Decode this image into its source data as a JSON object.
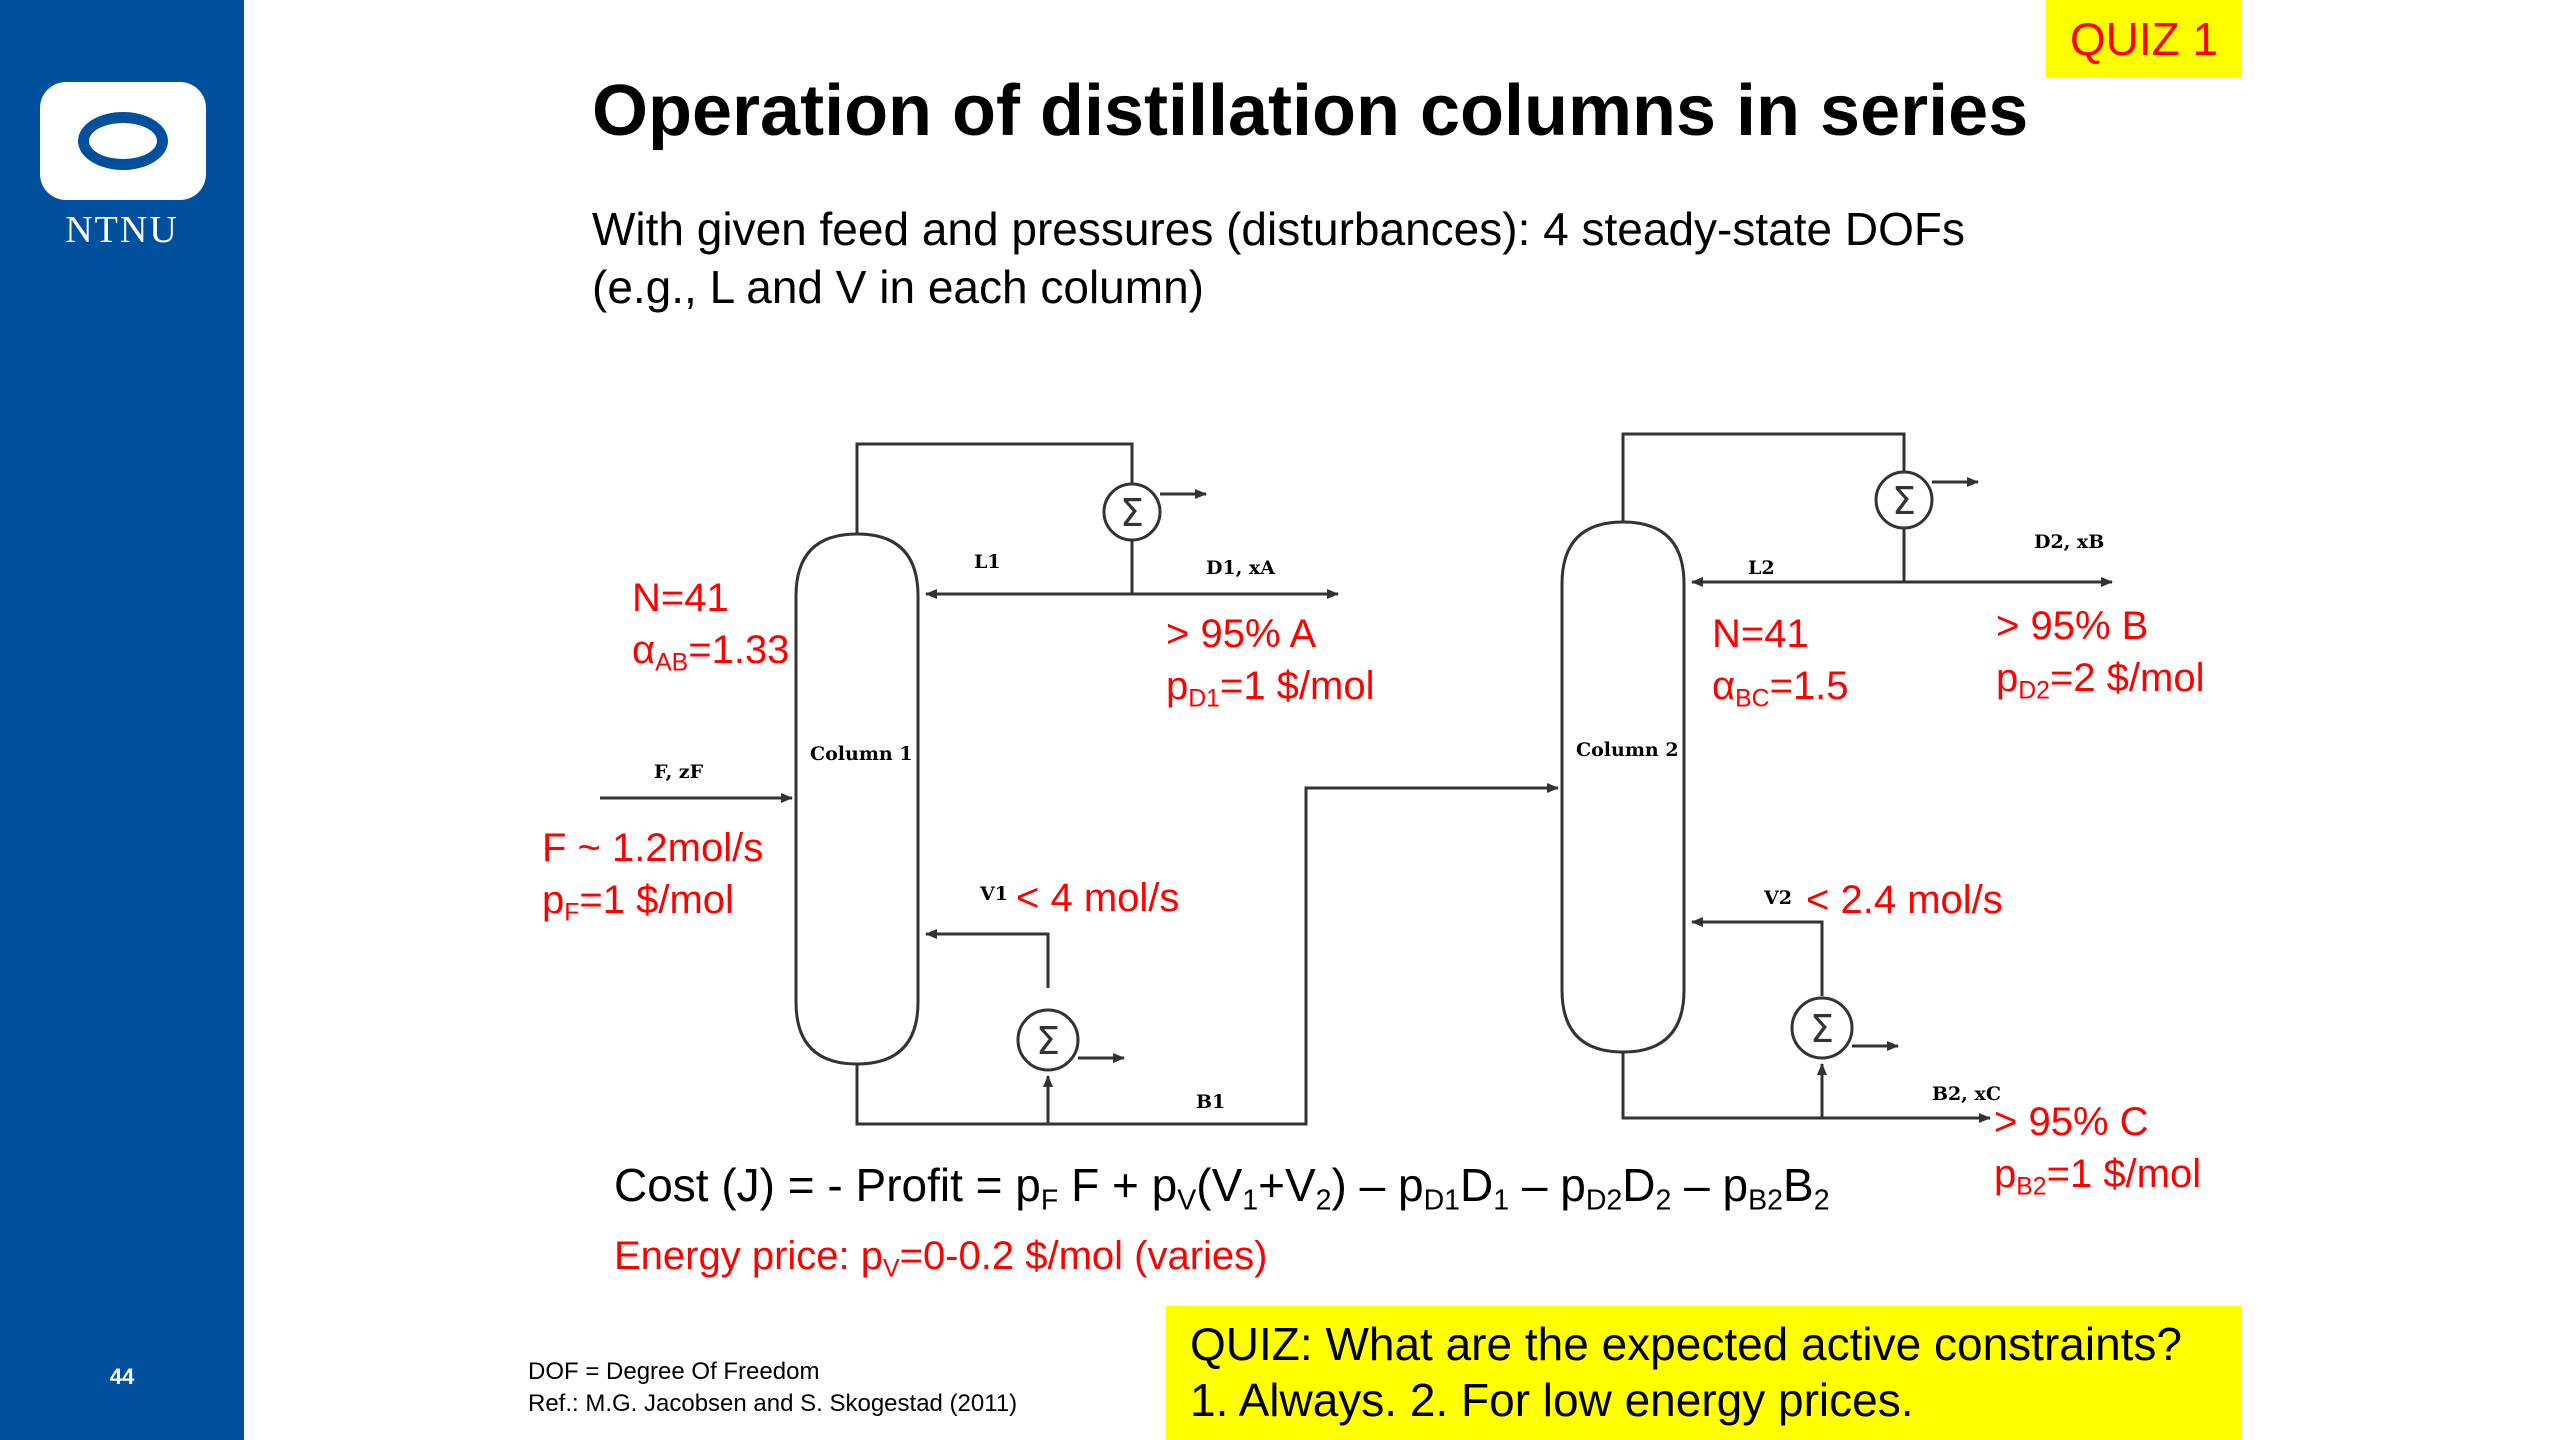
{
  "brand": {
    "logo_text": "NTNU",
    "color": "#00509e"
  },
  "page_number": "44",
  "quiz_tag": "QUIZ 1",
  "title": "Operation of distillation columns in series",
  "subtitle": {
    "line1": "With given feed and pressures (disturbances): 4 steady-state DOFs",
    "line2": "(e.g., L and V in each column)"
  },
  "diagram": {
    "column1": {
      "label": "Column 1",
      "stages": "N=41",
      "alpha_symbol": "α",
      "alpha_sub": "AB",
      "alpha_val": "=1.33",
      "reflux_label": "L1",
      "distillate_label": "D1, xA",
      "boilup_label": "V1",
      "bottoms_label": "B1",
      "feed_label": "F, zF"
    },
    "column2": {
      "label": "Column 2",
      "stages": "N=41",
      "alpha_symbol": "α",
      "alpha_sub": "BC",
      "alpha_val": "=1.5",
      "reflux_label": "L2",
      "distillate_label": "D2, xB",
      "boilup_label": "V2",
      "bottoms_label": "B2, xC"
    },
    "feed": {
      "flow": "F ~ 1.2mol/s",
      "price_p": "p",
      "price_sub": "F",
      "price_val": "=1 $/mol"
    },
    "d1": {
      "spec": "> 95% A",
      "price_p": "p",
      "price_sub": "D1",
      "price_val": "=1 $/mol"
    },
    "d2": {
      "spec": "> 95% B",
      "price_p": "p",
      "price_sub": "D2",
      "price_val": "=2 $/mol"
    },
    "b2": {
      "spec": "> 95% C",
      "price_p": "p",
      "price_sub": "B2",
      "price_val": "=1 $/mol"
    },
    "v1_limit": "< 4 mol/s",
    "v2_limit": "< 2.4 mol/s",
    "reboiler_symbol": "Σ",
    "condenser_symbol": "Σ"
  },
  "cost": {
    "prefix": "Cost (J) = - Profit = p",
    "s1": "F",
    "t1": " F + p",
    "s2": "V",
    "t2": "(V",
    "s3": "1",
    "t3": "+V",
    "s4": "2",
    "t4": ") – p",
    "s5": "D1",
    "t5": "D",
    "s6": "1",
    "t6": " – p",
    "s7": "D2",
    "t7": "D",
    "s8": "2",
    "t8": " – p",
    "s9": "B2",
    "t9": "B",
    "s10": "2"
  },
  "energy": {
    "prefix": "Energy price: p",
    "sub": "V",
    "suffix": "=0-0.2 $/mol (varies)"
  },
  "footnote": {
    "line1": "DOF = Degree Of Freedom",
    "line2": "Ref.: M.G. Jacobsen and S. Skogestad (2011)"
  },
  "quiz_box": {
    "line1": "QUIZ: What are the expected active constraints?",
    "line2": "1. Always. 2. For low energy prices.",
    "bg_color": "#ffff00"
  },
  "accent_red": "#ff0000"
}
